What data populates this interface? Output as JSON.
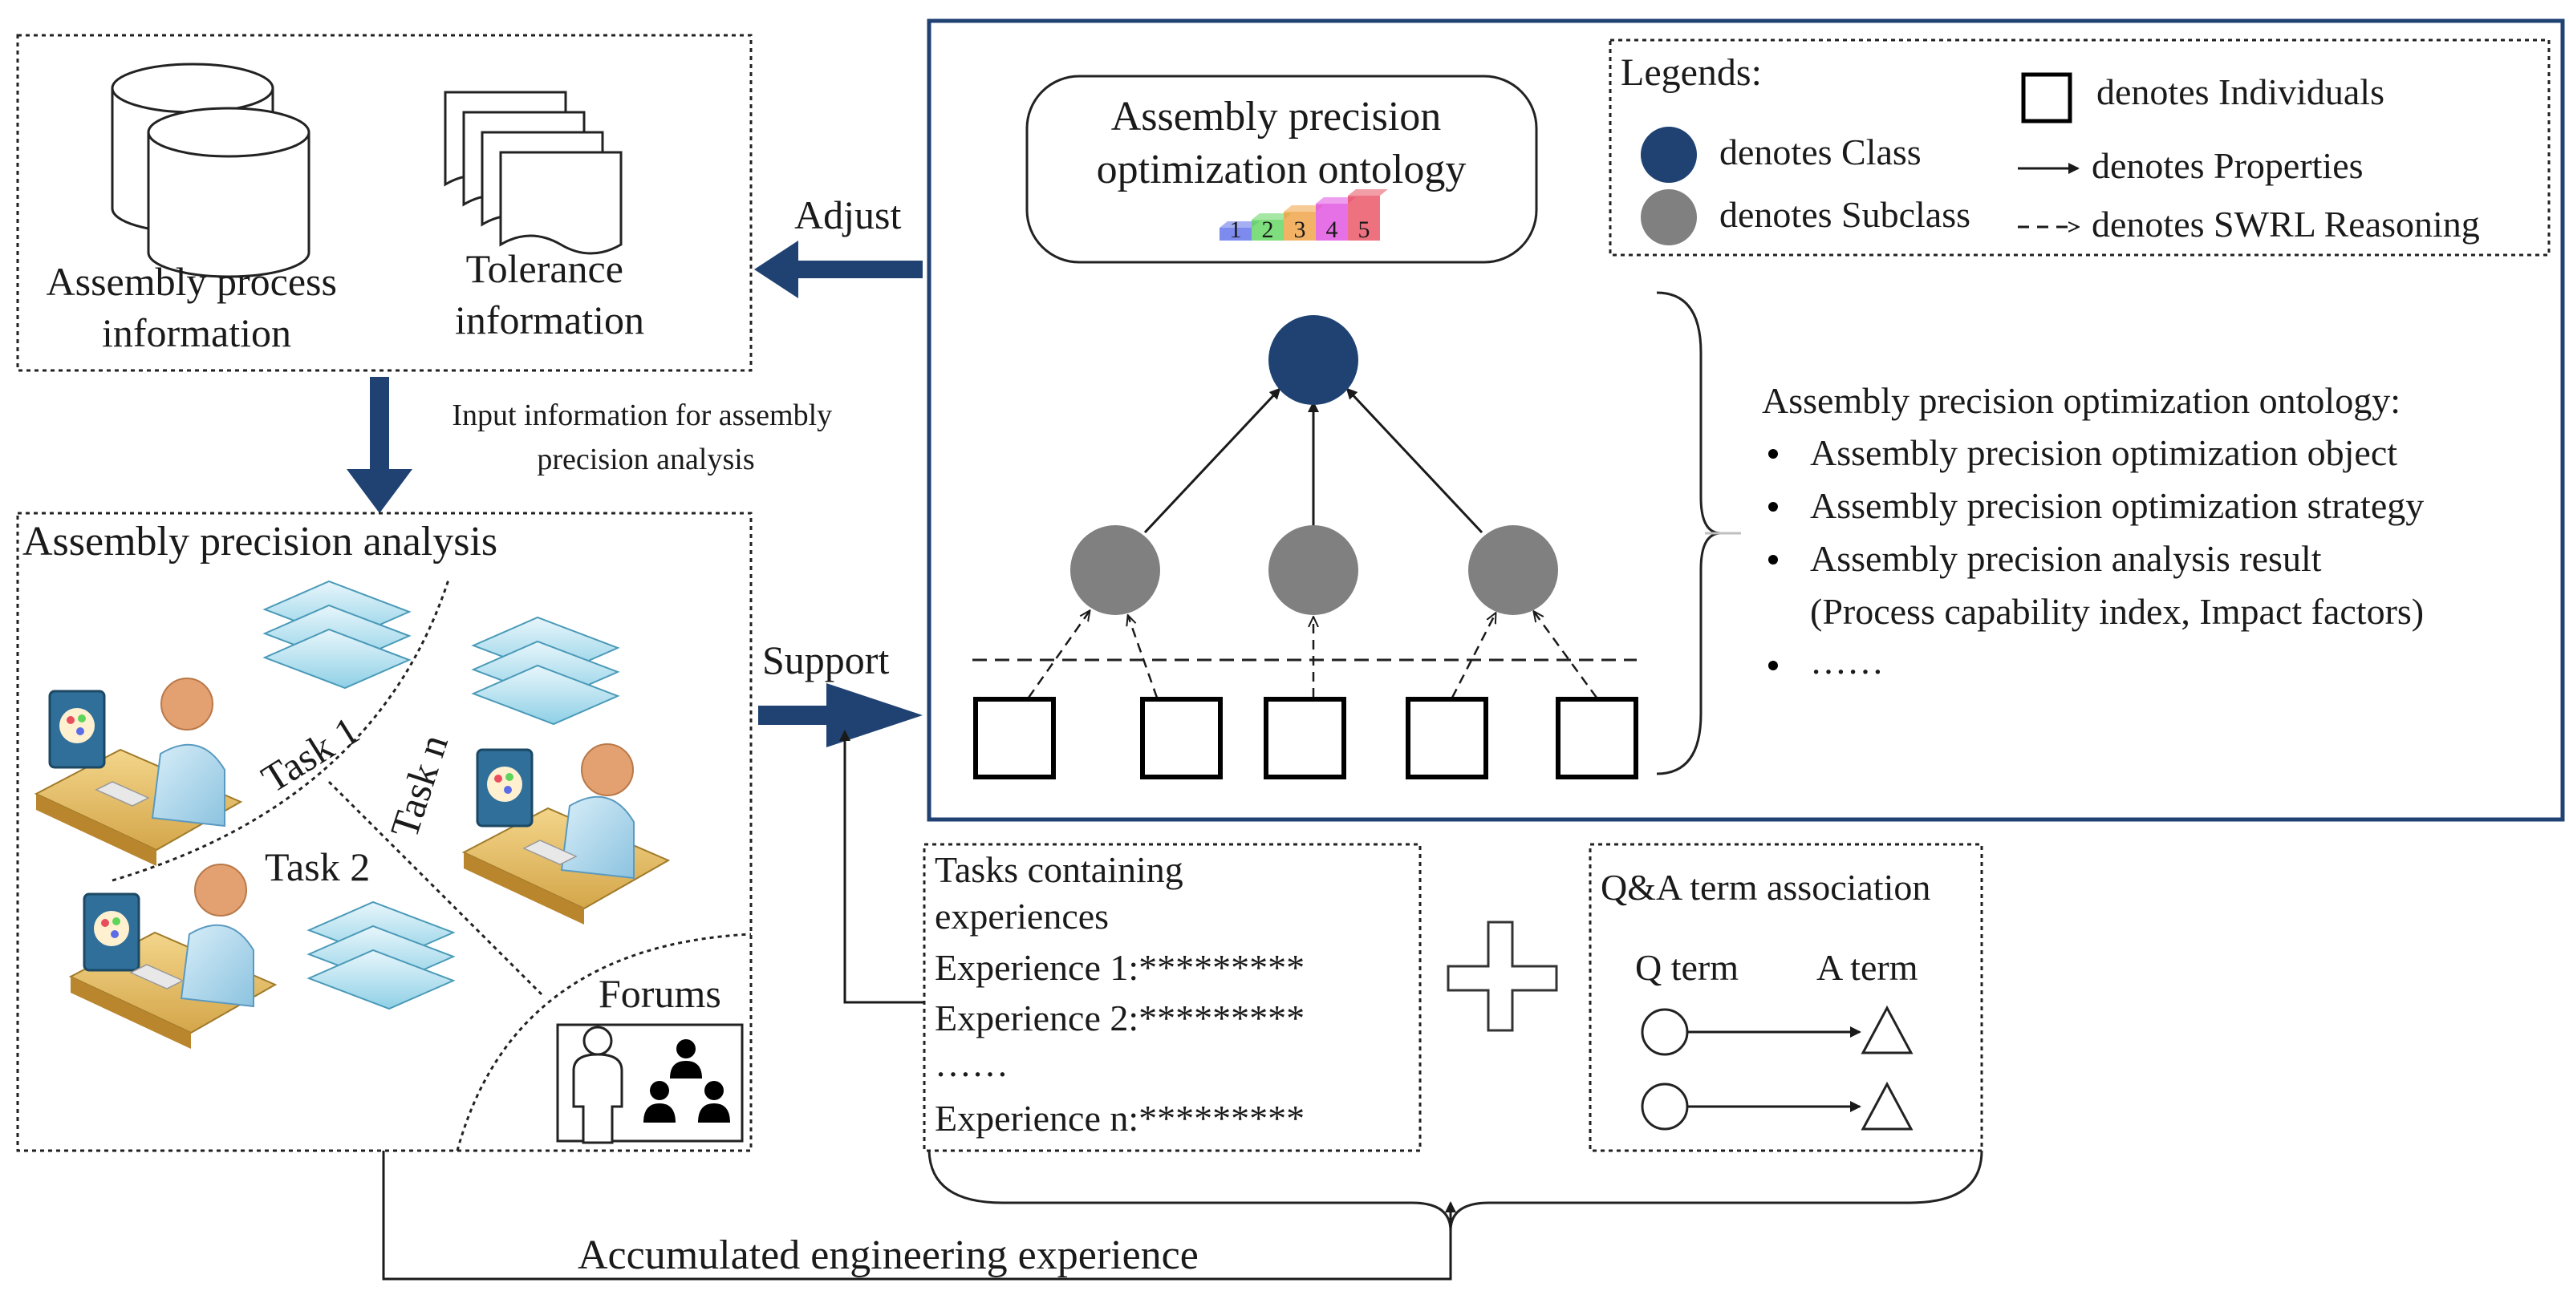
{
  "colors": {
    "navy": "#1f4273",
    "class_node": "#1f4273",
    "subclass_node": "#808080"
  },
  "sources": {
    "assembly_process": "Assembly process\ninformation",
    "tolerance": "Tolerance\ninformation"
  },
  "arrows": {
    "adjust": "Adjust",
    "input": "Input information for assembly\nprecision analysis",
    "support": "Support",
    "accumulated": "Accumulated engineering experience"
  },
  "analysis": {
    "title": "Assembly precision analysis",
    "task_1": "Task 1",
    "task_2": "Task 2",
    "task_n": "Task n",
    "forums": "Forums"
  },
  "ontology": {
    "title": "Assembly precision\noptimization ontology",
    "steps": [
      "1",
      "2",
      "3",
      "4",
      "5"
    ],
    "step_colors": [
      "#5b6ee8",
      "#5ed45b",
      "#f0a040",
      "#e04ee0",
      "#e84e5e"
    ],
    "legends": {
      "title": "Legends:",
      "class": "denotes Class",
      "subclass": "denotes Subclass",
      "individuals": "denotes Individuals",
      "properties": "denotes Properties",
      "swrl": "denotes SWRL Reasoning"
    },
    "description": {
      "heading": "Assembly precision optimization ontology:",
      "items": [
        "Assembly precision optimization object",
        "Assembly precision optimization strategy",
        "Assembly precision analysis result",
        "(Process capability index, Impact factors)",
        "……"
      ]
    }
  },
  "experiences": {
    "title": "Tasks containing\nexperiences",
    "items": [
      "Experience 1:*********",
      "Experience 2:*********",
      "……",
      "Experience n:*********"
    ]
  },
  "qa": {
    "title": "Q&A term association",
    "q_term": "Q term",
    "a_term": "A term"
  }
}
